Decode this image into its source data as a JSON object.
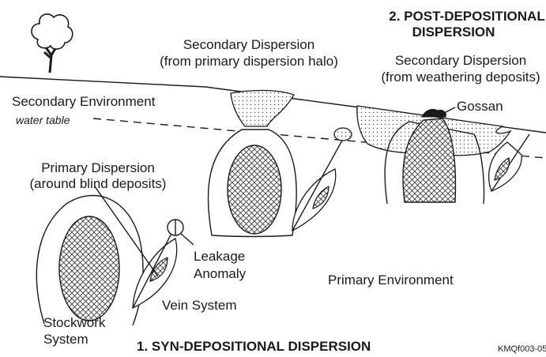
{
  "diagram": {
    "post_title_line1": "2. POST-DEPOSITIONAL",
    "post_title_line2": "DISPERSION",
    "syn_title": "1. SYN-DEPOSITIONAL DISPERSION",
    "sec_halo_line1": "Secondary Dispersion",
    "sec_halo_line2": "(from primary dispersion halo)",
    "sec_weather_line1": "Secondary Dispersion",
    "sec_weather_line2": "(from weathering deposits)",
    "secondary_env": "Secondary Environment",
    "water_table": "water table",
    "gossan": "Gossan",
    "primary_disp_line1": "Primary Dispersion",
    "primary_disp_line2": "(around blind deposits)",
    "leakage_line1": "Leakage",
    "leakage_line2": "Anomaly",
    "primary_env": "Primary Environment",
    "vein_system": "Vein System",
    "stockwork_line1": "Stockwork",
    "stockwork_line2": "System",
    "figure_code": "KMQf003-05"
  }
}
